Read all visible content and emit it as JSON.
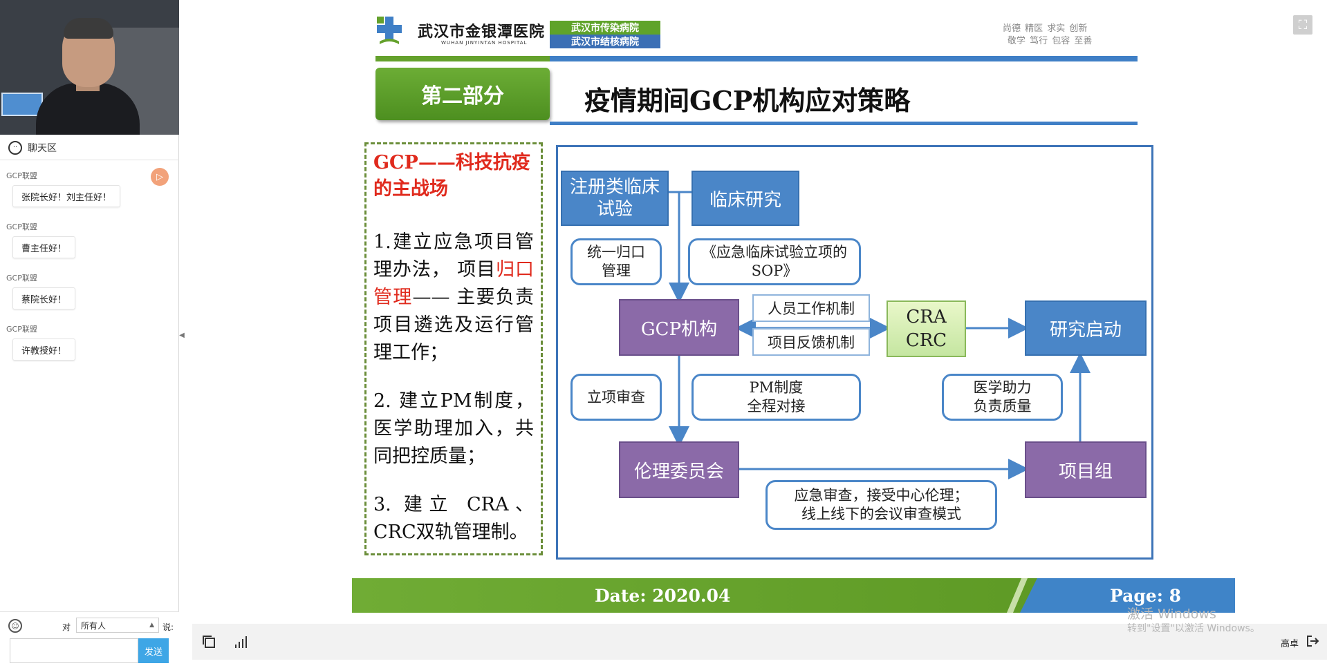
{
  "chat": {
    "header_title": "聊天区",
    "messages": [
      {
        "user": "GCP联盟",
        "text": "张院长好！刘主任好！"
      },
      {
        "user": "GCP联盟",
        "text": "曹主任好！"
      },
      {
        "user": "GCP联盟",
        "text": "蔡院长好！"
      },
      {
        "user": "GCP联盟",
        "text": "许教授好！"
      }
    ],
    "to_label": "对",
    "recipient": "所有人",
    "say_label": "说:",
    "send_label": "发送",
    "input_value": ""
  },
  "slide": {
    "hospital_name": "武汉市金银潭医院",
    "hospital_en": "WUHAN JINYINTAN HOSPITAL",
    "badge_top": "武汉市传染病院",
    "badge_bottom": "武汉市结核病院",
    "motto_line1": "尚德 精医 求实 创新",
    "motto_line2": "敬学 笃行 包容 至善",
    "section": "第二部分",
    "title": "疫情期间GCP机构应对策略",
    "left_heading": "GCP——科技抗疫的主战场",
    "left_points": {
      "p1_before": "1.建立应急项目管理办法， 项目",
      "p1_red": "归口管理",
      "p1_after": "—— 主要负责项目遴选及运行管理工作；",
      "p2": "2. 建立PM制度，医学助理加入，共同把控质量；",
      "p3": "3. 建立 CRA、CRC双轨管理制。"
    },
    "diagram": {
      "reg_trial": "注册类临床试验",
      "clinical_research": "临床研究",
      "unified_mgmt": "统一归口管理",
      "sop": "《应急临床试验立项的SOP》",
      "gcp_org": "GCP机构",
      "personnel_mech": "人员工作机制",
      "feedback_mech": "项目反馈机制",
      "cra": "CRA",
      "crc": "CRC",
      "study_start": "研究启动",
      "project_review": "立项审查",
      "pm_system_line1": "PM制度",
      "pm_system_line2": "全程对接",
      "medical_assist_line1": "医学助力",
      "medical_assist_line2": "负责质量",
      "ethics": "伦理委员会",
      "project_team": "项目组",
      "emergency_review_line1": "应急审查，接受中心伦理；",
      "emergency_review_line2": "线上线下的会议审查模式"
    },
    "footer_date": "Date:  2020.04",
    "footer_page": "Page: 8"
  },
  "toolbar": {
    "user": "高卓"
  },
  "watermark": {
    "line1": "激活 Windows",
    "line2": "转到\"设置\"以激活 Windows。"
  },
  "colors": {
    "brand_green": "#64a12c",
    "brand_blue": "#3f7fc6",
    "node_blue": "#4a86c8",
    "node_purple": "#8b6aa8",
    "highlight_red": "#e02a1d",
    "send_button": "#3ea6e6"
  }
}
